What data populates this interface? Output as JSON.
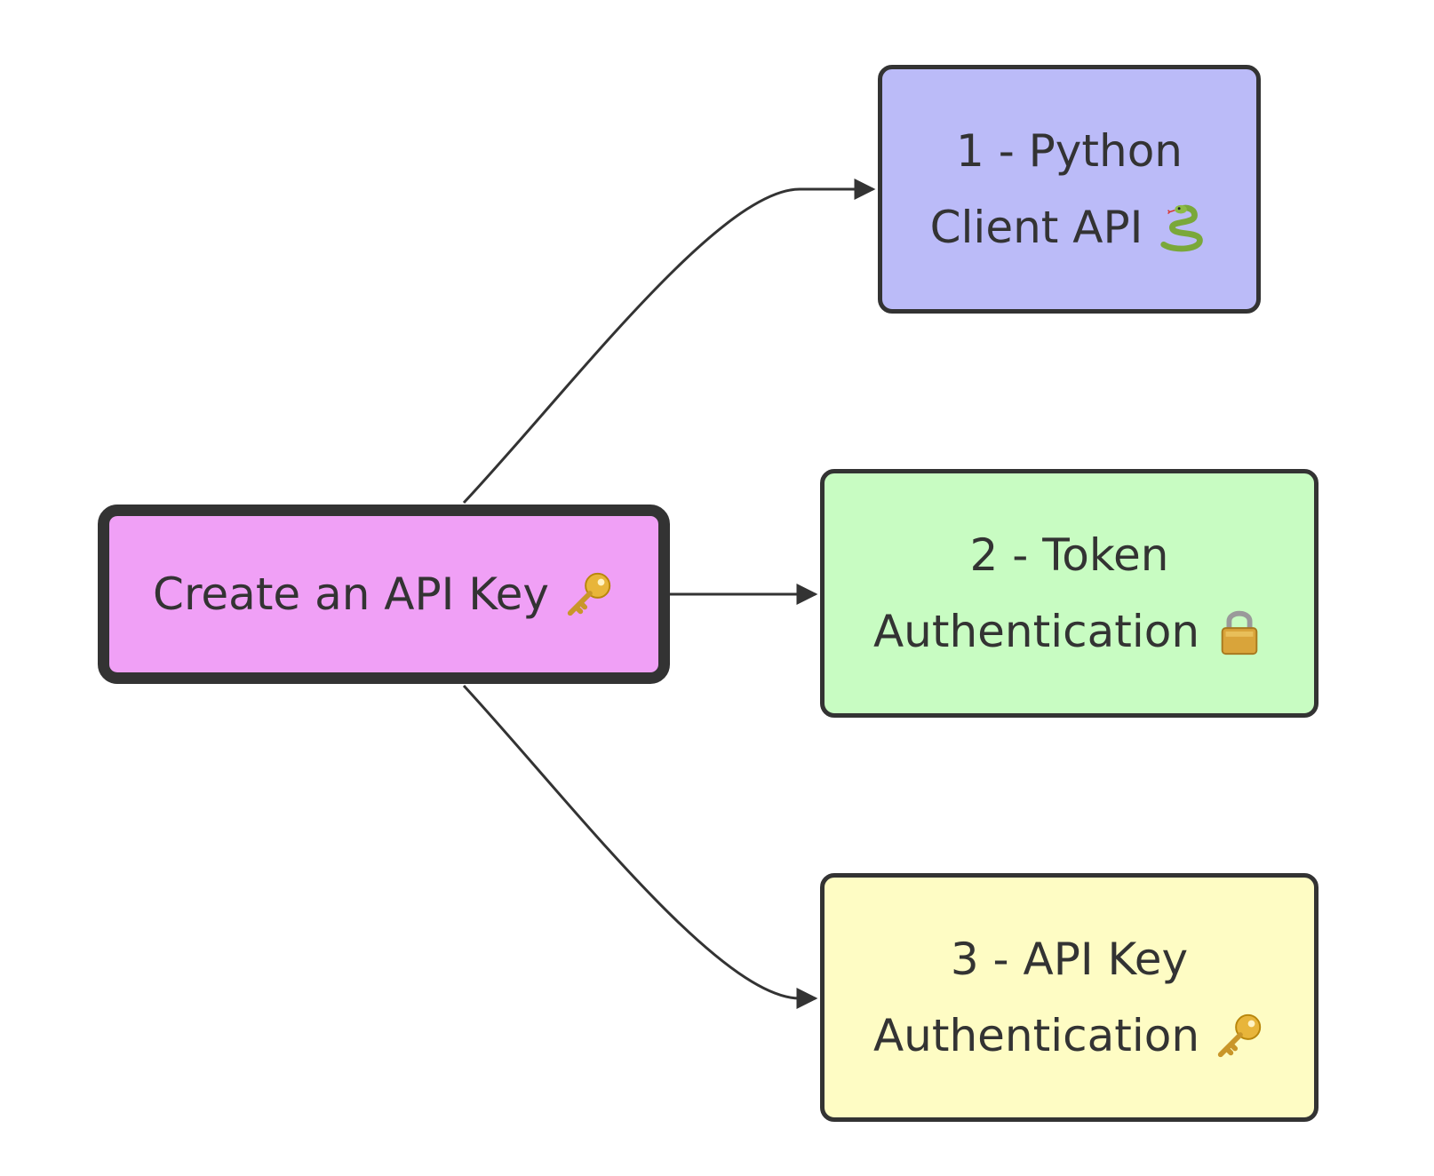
{
  "colors": {
    "stroke": "#333333",
    "start_fill": "#f0a0f6",
    "python_fill": "#bbbbf8",
    "token_fill": "#c8fcc2",
    "apikey_fill": "#fefcc4"
  },
  "nodes": {
    "start": {
      "lines": [
        "Create an API Key"
      ],
      "icon": "key-icon"
    },
    "python": {
      "lines": [
        "1 - Python",
        "Client API"
      ],
      "icon": "snake-icon"
    },
    "token": {
      "lines": [
        "2 - Token",
        "Authentication"
      ],
      "icon": "lock-icon"
    },
    "apikey": {
      "lines": [
        "3 - API Key",
        "Authentication"
      ],
      "icon": "key-icon"
    }
  },
  "edges": [
    {
      "from": "start",
      "to": "python"
    },
    {
      "from": "start",
      "to": "token"
    },
    {
      "from": "start",
      "to": "apikey"
    }
  ]
}
